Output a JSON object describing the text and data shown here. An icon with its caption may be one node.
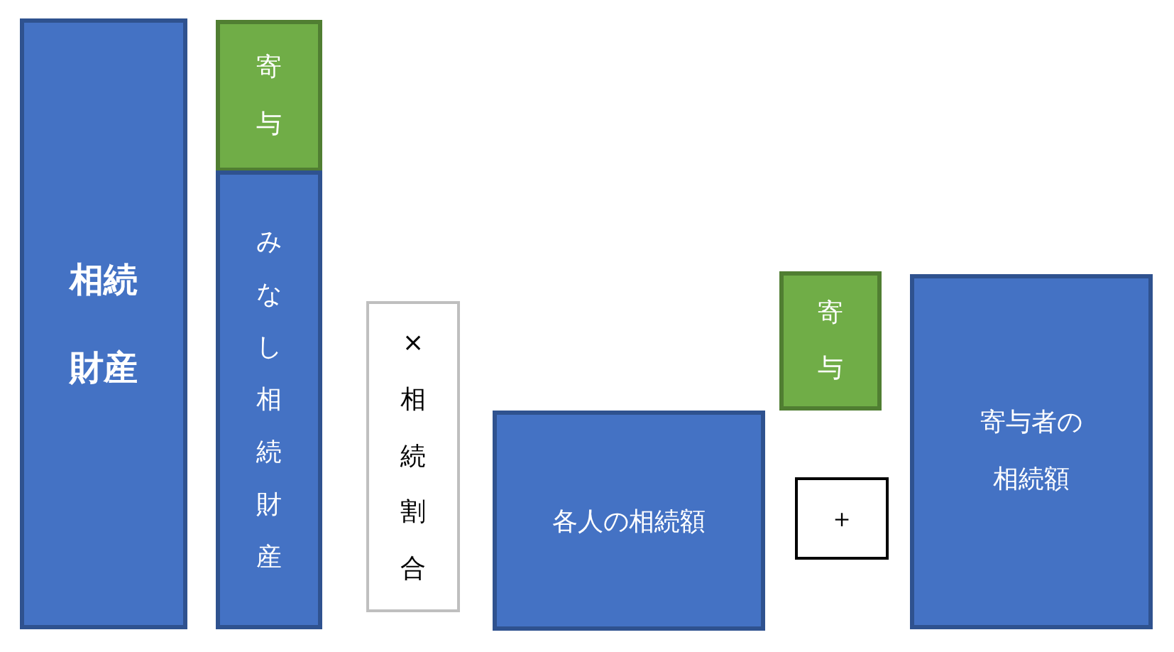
{
  "diagram": {
    "nodes": [
      {
        "text": [
          "相続財産"
        ]
      },
      {
        "text": [
          "寄与"
        ]
      },
      {
        "text": [
          "みなし相続財産"
        ]
      },
      {
        "text": [
          "×相続割合"
        ]
      },
      {
        "text": [
          "各人の相続額"
        ]
      },
      {
        "text": [
          "寄与"
        ]
      },
      {
        "text": [
          "＋"
        ]
      },
      {
        "text": [
          "寄与者の相続額"
        ]
      }
    ]
  }
}
